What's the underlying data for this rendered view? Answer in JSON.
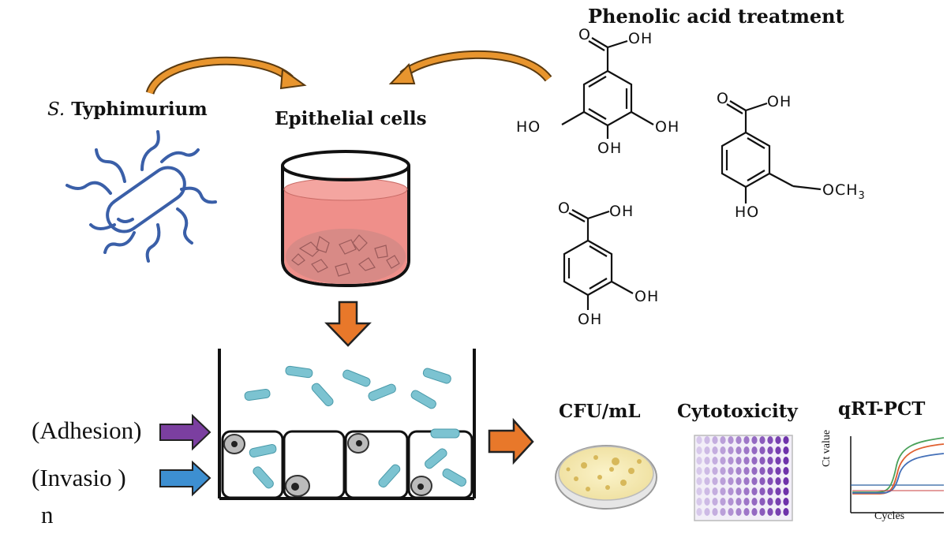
{
  "title": "Phenolic acid treatment",
  "pathogen": {
    "prefix": "S.",
    "name": "Typhimurium"
  },
  "cells_label": "Epithelial cells",
  "molecules": {
    "gallic": {
      "cooh": "OH",
      "oh_left": "HO",
      "oh_right": "OH",
      "oh_bottom": "OH"
    },
    "vanillic": {
      "cooh": "OH",
      "methoxy": "OCH",
      "methoxy_sub": "3",
      "oh_bottom": "HO"
    },
    "protocatechuic": {
      "cooh": "OH",
      "oh_right": "OH",
      "oh_bottom": "OH"
    }
  },
  "assays": {
    "adhesion": "Adhesion",
    "invasion_line1": "Invasio",
    "invasion_line2": "n"
  },
  "outputs": {
    "cfu": "CFU/mL",
    "cytotoxicity": "Cytotoxicity",
    "qrt": "qRT-PCT",
    "ct_axis": "Ct value",
    "cycles_axis": "Cycles"
  },
  "colors": {
    "orange_arrow": "#e07a2e",
    "purple_arrow": "#7b3fa0",
    "blue_arrow": "#3d8fd1",
    "bacteria": "#7cc3d1",
    "bacterium_outline": "#3a5fa8",
    "medium": "#ef8f8a"
  }
}
